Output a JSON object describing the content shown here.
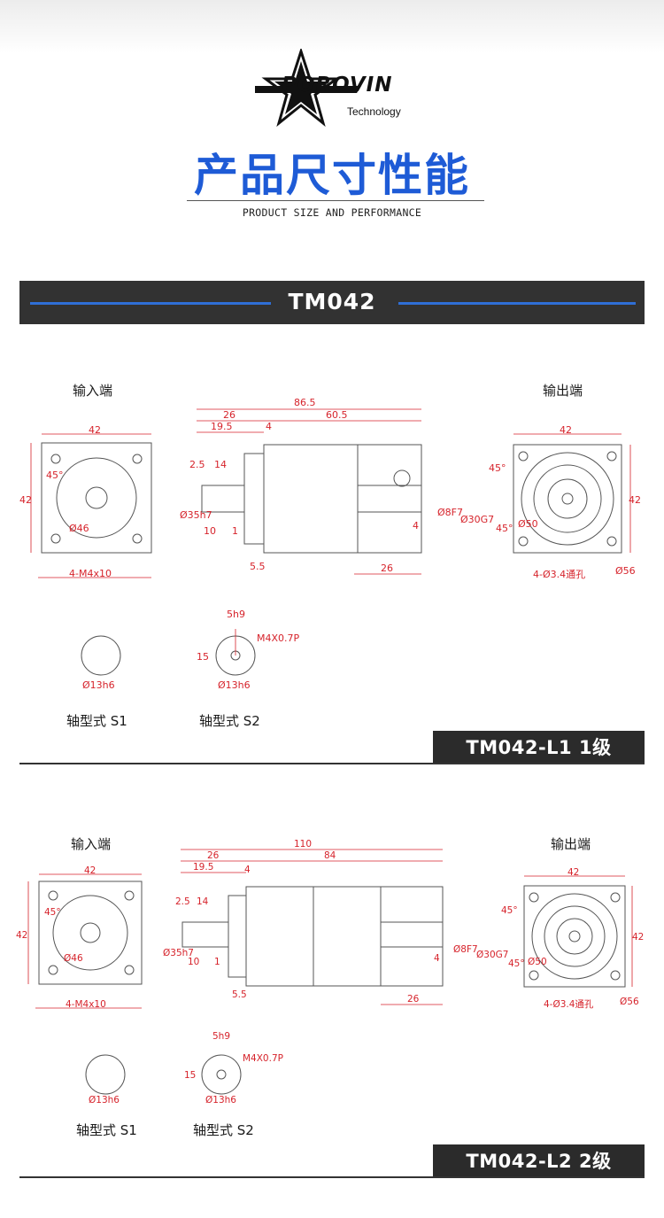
{
  "brand": {
    "name": "POROVIN",
    "tagline": "Technology"
  },
  "page": {
    "title": "产品尺寸性能",
    "subtitle": "PRODUCT SIZE AND PERFORMANCE"
  },
  "model": {
    "name": "TM042"
  },
  "colors": {
    "accent_blue": "#1e5bd6",
    "banner_dark": "#323232",
    "dimension_red": "#d6232b"
  },
  "sections": [
    {
      "input_label": "输入端",
      "output_label": "输出端",
      "shaft_s1_label": "轴型式 S1",
      "shaft_s2_label": "轴型式 S2",
      "level_tag": "TM042-L1   1级",
      "dims": {
        "total_length": "86.5",
        "len_a": "26",
        "len_b": "60.5",
        "len_c": "19.5",
        "len_d": "4",
        "len_e": "2.5",
        "len_f": "14",
        "len_g": "10",
        "len_h": "1",
        "len_i": "5.5",
        "len_j": "26",
        "len_k": "4",
        "input_width": "42",
        "input_height": "42",
        "output_width": "42",
        "output_height": "42",
        "input_angle": "45°",
        "input_bolt_circle": "Ø46",
        "input_holes": "4-M4x10",
        "output_angle_a": "45°",
        "output_angle_b": "45°",
        "output_bolt_circle": "Ø50",
        "output_holes": "4-Ø3.4通孔",
        "output_outer": "Ø56",
        "dia_35h7": "Ø35h7",
        "dia_8f7": "Ø8F7",
        "dia_30g7": "Ø30G7",
        "shaft_dia": "Ø13h6",
        "key_width": "5h9",
        "key_height": "15",
        "thread": "M4X0.7P"
      }
    },
    {
      "input_label": "输入端",
      "output_label": "输出端",
      "shaft_s1_label": "轴型式 S1",
      "shaft_s2_label": "轴型式 S2",
      "level_tag": "TM042-L2   2级",
      "dims": {
        "total_length": "110",
        "len_a": "26",
        "len_b": "84",
        "len_c": "19.5",
        "len_d": "4",
        "len_e": "2.5",
        "len_f": "14",
        "len_g": "10",
        "len_h": "1",
        "len_i": "5.5",
        "len_j": "26",
        "len_k": "4",
        "input_width": "42",
        "input_height": "42",
        "output_width": "42",
        "output_height": "42",
        "input_angle": "45°",
        "input_bolt_circle": "Ø46",
        "input_holes": "4-M4x10",
        "output_angle_a": "45°",
        "output_angle_b": "45°",
        "output_bolt_circle": "Ø50",
        "output_holes": "4-Ø3.4通孔",
        "output_outer": "Ø56",
        "dia_35h7": "Ø35h7",
        "dia_8f7": "Ø8F7",
        "dia_30g7": "Ø30G7",
        "shaft_dia": "Ø13h6",
        "key_width": "5h9",
        "key_height": "15",
        "thread": "M4X0.7P"
      }
    }
  ]
}
